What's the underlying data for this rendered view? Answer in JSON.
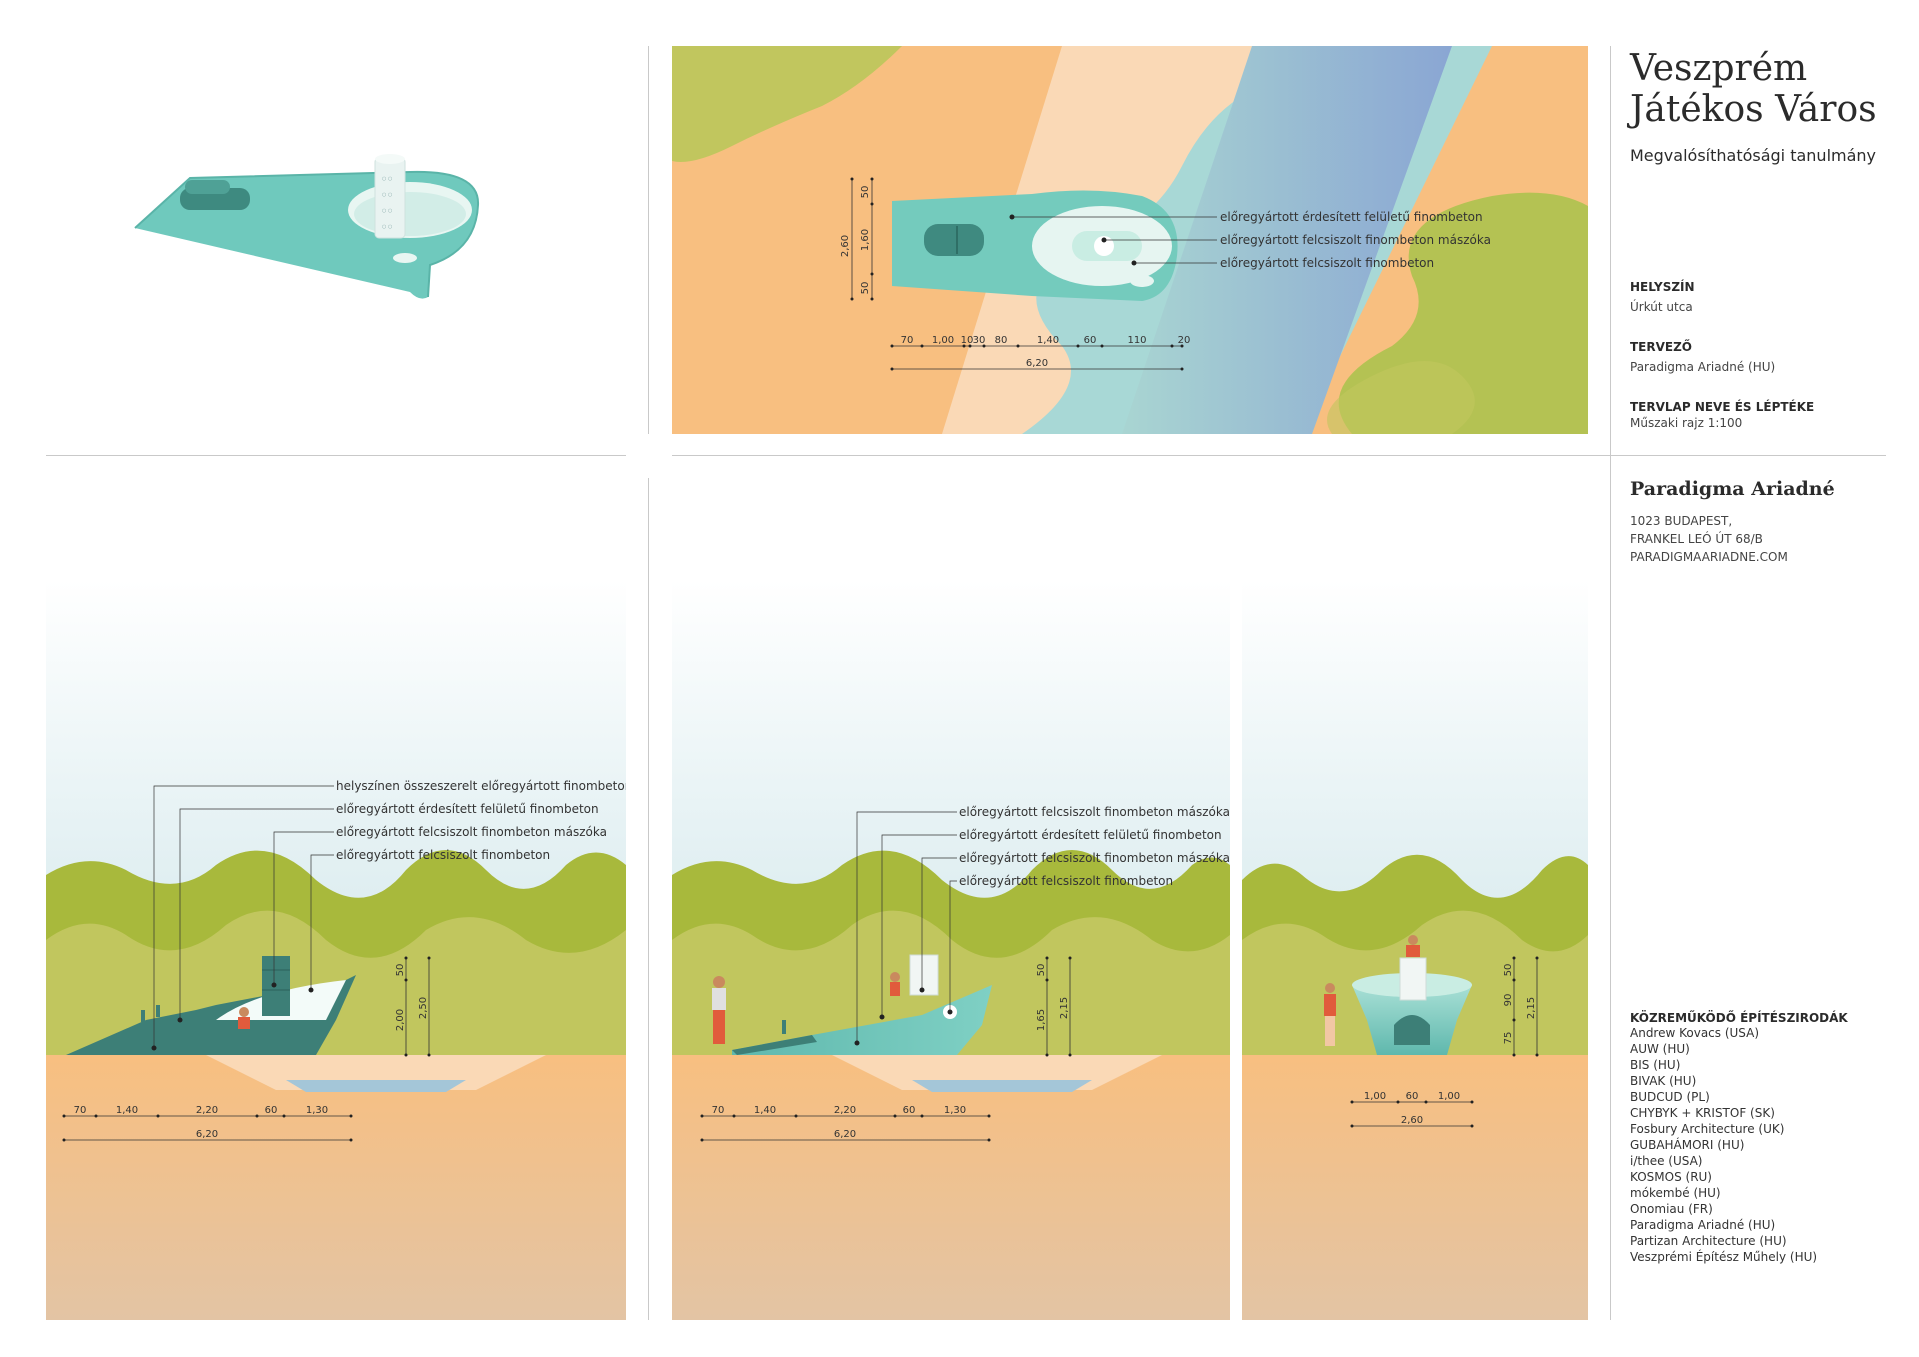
{
  "title": {
    "line1": "Veszprém",
    "line2": "Játékos Város"
  },
  "subtitle": "Megvalósíthatósági tanulmány",
  "info": [
    {
      "label": "HELYSZÍN",
      "value": "Úrkút utca"
    },
    {
      "label": "TERVEZŐ",
      "value": "Paradigma Ariadné (HU)"
    },
    {
      "label": "TERVLAP NEVE ÉS LÉPTÉKE",
      "value": "Műszaki rajz 1:100"
    }
  ],
  "office": {
    "name": "Paradigma Ariadné",
    "address1": "1023 BUDAPEST,",
    "address2": "FRANKEL LEÓ ÚT 68/B",
    "web": "PARADIGMAARIADNE.COM"
  },
  "partners": {
    "heading": "KÖZREMŰKÖDŐ ÉPÍTÉSZIRODÁK",
    "items": [
      "Andrew Kovacs (USA)",
      "AUW (HU)",
      "BIS (HU)",
      "BIVAK (HU)",
      "BUDCUD (PL)",
      "CHYBYK + KRISTOF (SK)",
      "Fosbury Architecture (UK)",
      "GUBAHÁMORI (HU)",
      "i/thee (USA)",
      "KOSMOS (RU)",
      "mókembé (HU)",
      "Onomiau (FR)",
      "Paradigma Ariadné (HU)",
      "Partizan Architecture (HU)",
      "Veszprémi Építész Műhely (HU)"
    ]
  },
  "plan": {
    "labels": [
      "előregyártott érdesített felületű finombeton",
      "előregyártott felcsiszolt finombeton mászóka",
      "előregyártott felcsiszolt finombeton"
    ],
    "dims_top": [
      "70",
      "1,00",
      "10",
      "30",
      "80",
      "1,40",
      "60",
      "110",
      "20"
    ],
    "dims_total": "6,20",
    "dims_vertical": [
      "50",
      "1,60",
      "50"
    ],
    "dims_vertical_total": "2,60"
  },
  "section1": {
    "labels": [
      "helyszínen összeszerelt előregyártott finombeton",
      "előregyártott érdesített felületű finombeton",
      "előregyártott felcsiszolt finombeton mászóka",
      "előregyártott felcsiszolt finombeton"
    ],
    "dims": [
      "70",
      "1,40",
      "2,20",
      "60",
      "1,30"
    ],
    "dims_total": "6,20",
    "dims_vertical": [
      "50",
      "2,00"
    ],
    "dims_vertical_total": "2,50"
  },
  "section2": {
    "labels": [
      "előregyártott felcsiszolt finombeton mászóka",
      "előregyártott érdesített felületű finombeton",
      "előregyártott felcsiszolt finombeton mászóka",
      "előregyártott felcsiszolt finombeton"
    ],
    "dims": [
      "70",
      "1,40",
      "2,20",
      "60",
      "1,30"
    ],
    "dims_total": "6,20",
    "dims_vertical": [
      "50",
      "1,65"
    ],
    "dims_vertical_total": "2,15"
  },
  "section3": {
    "dims": [
      "1,00",
      "60",
      "1,00"
    ],
    "dims_total": "2,60",
    "dims_vertical": [
      "50",
      "90",
      "75"
    ],
    "dims_vertical_total": "2,15"
  },
  "colors": {
    "orange": "#f8bf80",
    "peach": "#fad9b6",
    "river": "#8eaad2",
    "green_light": "#c1c65e",
    "green_dark": "#a8b93c",
    "teal": "#6fc9bd",
    "teal_dark": "#3d7f77",
    "sky": "#d9ecef"
  }
}
